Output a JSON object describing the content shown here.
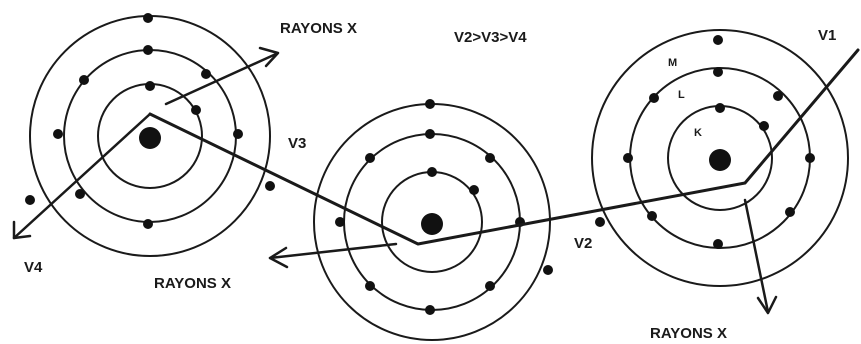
{
  "labels": {
    "velocity_order": "V2>V3>V4",
    "v1": "V1",
    "v2": "V2",
    "v3": "V3",
    "v4": "V4",
    "rays_top": "RAYONS X",
    "rays_middle": "RAYONS X",
    "rays_bottom": "RAYONS X",
    "shell_m": "M",
    "shell_l": "L",
    "shell_k": "K"
  }
}
